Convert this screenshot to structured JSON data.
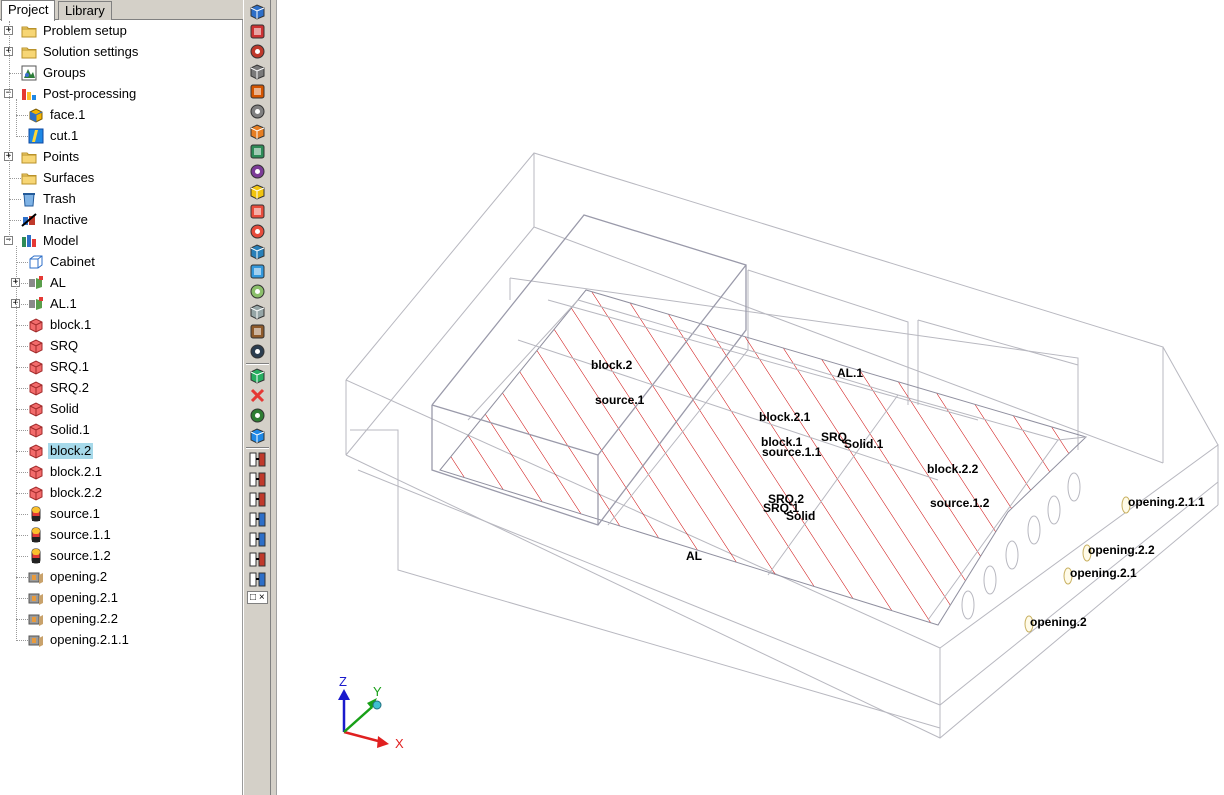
{
  "tabs": [
    {
      "label": "Project",
      "active": true
    },
    {
      "label": "Library",
      "active": false
    }
  ],
  "tree": [
    {
      "label": "Problem setup",
      "icon": "folder-icon",
      "depth": 0,
      "expander": "plus"
    },
    {
      "label": "Solution settings",
      "icon": "folder-icon",
      "depth": 0,
      "expander": "plus"
    },
    {
      "label": "Groups",
      "icon": "groups-icon",
      "depth": 0,
      "expander": ""
    },
    {
      "label": "Post-processing",
      "icon": "post-processing-icon",
      "depth": 0,
      "expander": "minus"
    },
    {
      "label": "face.1",
      "icon": "face-icon",
      "depth": 1,
      "expander": ""
    },
    {
      "label": "cut.1",
      "icon": "cut-plane-icon",
      "depth": 1,
      "expander": ""
    },
    {
      "label": "Points",
      "icon": "folder-icon",
      "depth": 0,
      "expander": "plus"
    },
    {
      "label": "Surfaces",
      "icon": "folder-icon",
      "depth": 0,
      "expander": ""
    },
    {
      "label": "Trash",
      "icon": "trash-icon",
      "depth": 0,
      "expander": ""
    },
    {
      "label": "Inactive",
      "icon": "inactive-icon",
      "depth": 0,
      "expander": ""
    },
    {
      "label": "Model",
      "icon": "model-icon",
      "depth": 0,
      "expander": "minus"
    },
    {
      "label": "Cabinet",
      "icon": "cabinet-icon",
      "depth": 1,
      "expander": ""
    },
    {
      "label": "AL",
      "icon": "assembly-icon",
      "depth": 1,
      "expander": "plus"
    },
    {
      "label": "AL.1",
      "icon": "assembly-icon",
      "depth": 1,
      "expander": "plus"
    },
    {
      "label": "block.1",
      "icon": "block-icon",
      "depth": 1,
      "expander": ""
    },
    {
      "label": "SRQ",
      "icon": "block-icon",
      "depth": 1,
      "expander": ""
    },
    {
      "label": "SRQ.1",
      "icon": "block-icon",
      "depth": 1,
      "expander": ""
    },
    {
      "label": "SRQ.2",
      "icon": "block-icon",
      "depth": 1,
      "expander": ""
    },
    {
      "label": "Solid",
      "icon": "block-icon",
      "depth": 1,
      "expander": ""
    },
    {
      "label": "Solid.1",
      "icon": "block-icon",
      "depth": 1,
      "expander": ""
    },
    {
      "label": "block.2",
      "icon": "block-icon",
      "depth": 1,
      "expander": "",
      "selected": true
    },
    {
      "label": "block.2.1",
      "icon": "block-icon",
      "depth": 1,
      "expander": ""
    },
    {
      "label": "block.2.2",
      "icon": "block-icon",
      "depth": 1,
      "expander": ""
    },
    {
      "label": "source.1",
      "icon": "source-icon",
      "depth": 1,
      "expander": ""
    },
    {
      "label": "source.1.1",
      "icon": "source-icon",
      "depth": 1,
      "expander": ""
    },
    {
      "label": "source.1.2",
      "icon": "source-icon",
      "depth": 1,
      "expander": ""
    },
    {
      "label": "opening.2",
      "icon": "opening-icon",
      "depth": 1,
      "expander": ""
    },
    {
      "label": "opening.2.1",
      "icon": "opening-icon",
      "depth": 1,
      "expander": ""
    },
    {
      "label": "opening.2.2",
      "icon": "opening-icon",
      "depth": 1,
      "expander": ""
    },
    {
      "label": "opening.2.1.1",
      "icon": "opening-icon",
      "depth": 1,
      "expander": ""
    }
  ],
  "toolbar": [
    {
      "icon": "create-assembly-icon",
      "color": "#2e6fc8"
    },
    {
      "icon": "create-network-icon",
      "color": "#cc3333"
    },
    {
      "icon": "create-heat-exchanger-icon",
      "color": "#c0392b"
    },
    {
      "icon": "create-opening-icon",
      "color": "#7a7a7a"
    },
    {
      "icon": "create-grille-icon",
      "color": "#d35400"
    },
    {
      "icon": "create-wall-icon",
      "color": "#808080"
    },
    {
      "icon": "create-source-icon",
      "color": "#e67e22"
    },
    {
      "icon": "create-pcb-icon",
      "color": "#2e8b57"
    },
    {
      "icon": "create-enclosure-icon",
      "color": "#7d3c98"
    },
    {
      "icon": "create-plate-icon",
      "color": "#f1c40f"
    },
    {
      "icon": "create-wall-red-icon",
      "color": "#e74c3c"
    },
    {
      "icon": "create-block-icon",
      "color": "#e74c3c"
    },
    {
      "icon": "create-fan-icon",
      "color": "#2980b9"
    },
    {
      "icon": "create-blower-icon",
      "color": "#3498db"
    },
    {
      "icon": "create-resistance-icon",
      "color": "#8bbf6a"
    },
    {
      "icon": "create-heatsink-icon",
      "color": "#95a5a6"
    },
    {
      "icon": "create-package-icon",
      "color": "#8e5a2b"
    },
    {
      "icon": "create-cable-icon",
      "color": "#2c3e50"
    },
    {
      "icon": "edit-object-icon",
      "color": "#27ae60"
    },
    {
      "icon": "delete-object-icon",
      "color": "#e53935"
    },
    {
      "icon": "move-object-icon",
      "color": "#2e7d32"
    },
    {
      "icon": "copy-object-icon",
      "color": "#1e88e5"
    },
    {
      "icon": "align-face-icon",
      "color": "#c0392b"
    },
    {
      "icon": "align-edge-icon",
      "color": "#c0392b"
    },
    {
      "icon": "align-center-icon",
      "color": "#c0392b"
    },
    {
      "icon": "align-vertical-icon",
      "color": "#2e6fc8"
    },
    {
      "icon": "align-horizontal-icon",
      "color": "#2e6fc8"
    },
    {
      "icon": "match-size-icon",
      "color": "#c0392b"
    },
    {
      "icon": "match-face-icon",
      "color": "#2e6fc8"
    }
  ],
  "toolbar_corner": "□ ×",
  "scene_labels": [
    {
      "text": "block.2",
      "color": "#d40000"
    },
    {
      "text": "AL.1",
      "color": "#000000"
    },
    {
      "text": "source.1",
      "color": "#000000"
    },
    {
      "text": "block.2.1",
      "color": "#000000"
    },
    {
      "text": "SRQ",
      "color": "#000000"
    },
    {
      "text": "block.1",
      "color": "#000000"
    },
    {
      "text": "Solid.1",
      "color": "#000000"
    },
    {
      "text": "source.1.1",
      "color": "#000000"
    },
    {
      "text": "block.2.2",
      "color": "#000000"
    },
    {
      "text": "SRQ.2",
      "color": "#000000"
    },
    {
      "text": "source.1.2",
      "color": "#000000"
    },
    {
      "text": "SRQ.1",
      "color": "#000000"
    },
    {
      "text": "Solid",
      "color": "#000000"
    },
    {
      "text": "opening.2.1.1",
      "color": "#000000"
    },
    {
      "text": "opening.2.2",
      "color": "#000000"
    },
    {
      "text": "opening.2.1",
      "color": "#000000"
    },
    {
      "text": "opening.2",
      "color": "#000000"
    },
    {
      "text": "AL",
      "color": "#000000"
    }
  ],
  "axes": {
    "x": {
      "label": "X",
      "color": "#e02020"
    },
    "y": {
      "label": "Y",
      "color": "#18a018"
    },
    "z": {
      "label": "Z",
      "color": "#1a1acc"
    }
  },
  "colors": {
    "selection_highlight": "#a6d9ea",
    "hatch": "#cc0000",
    "wireframe": "#b8b8c0"
  }
}
